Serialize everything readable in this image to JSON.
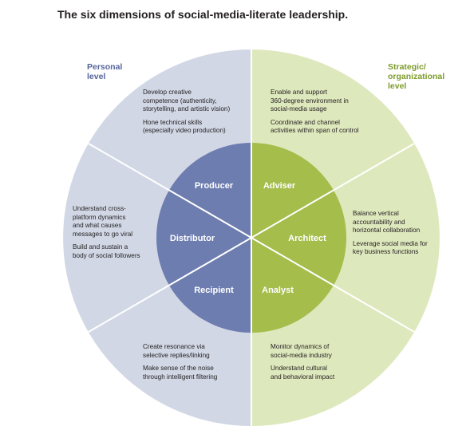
{
  "title": "The six dimensions of social-media-literate leadership.",
  "corners": {
    "left": "Personal\nlevel",
    "right": "Strategic/\norganizational\nlevel"
  },
  "colors": {
    "outer_left": "#d1d7e5",
    "outer_right": "#dee8bd",
    "inner_left": "#6d7db0",
    "inner_right": "#a4bd4b",
    "divider": "#ffffff",
    "title_text": "#231f20",
    "left_label": "#55659a",
    "right_label": "#7e9b2a"
  },
  "roles": {
    "producer": "Producer",
    "adviser": "Adviser",
    "distributor": "Distributor",
    "architect": "Architect",
    "recipient": "Recipient",
    "analyst": "Analyst"
  },
  "descriptions": {
    "producer": [
      "Develop creative\ncompetence (authenticity,\nstorytelling, and artistic vision)",
      "Hone technical skills\n(especially video production)"
    ],
    "adviser": [
      "Enable and support\n360-degree environment in\nsocial-media usage",
      "Coordinate and channel\nactivities within span of control"
    ],
    "distributor": [
      "Understand cross-\nplatform dynamics\nand what causes\nmessages to go viral",
      "Build and sustain a\nbody of social followers"
    ],
    "architect": [
      "Balance vertical\naccountability and\nhorizontal collaboration",
      "Leverage social media for\nkey business functions"
    ],
    "recipient": [
      "Create resonance via\nselective replies/linking",
      "Make sense of the noise\nthrough intelligent filtering"
    ],
    "analyst": [
      "Monitor dynamics of\nsocial-media industry",
      "Understand cultural\nand behavioral impact"
    ]
  }
}
